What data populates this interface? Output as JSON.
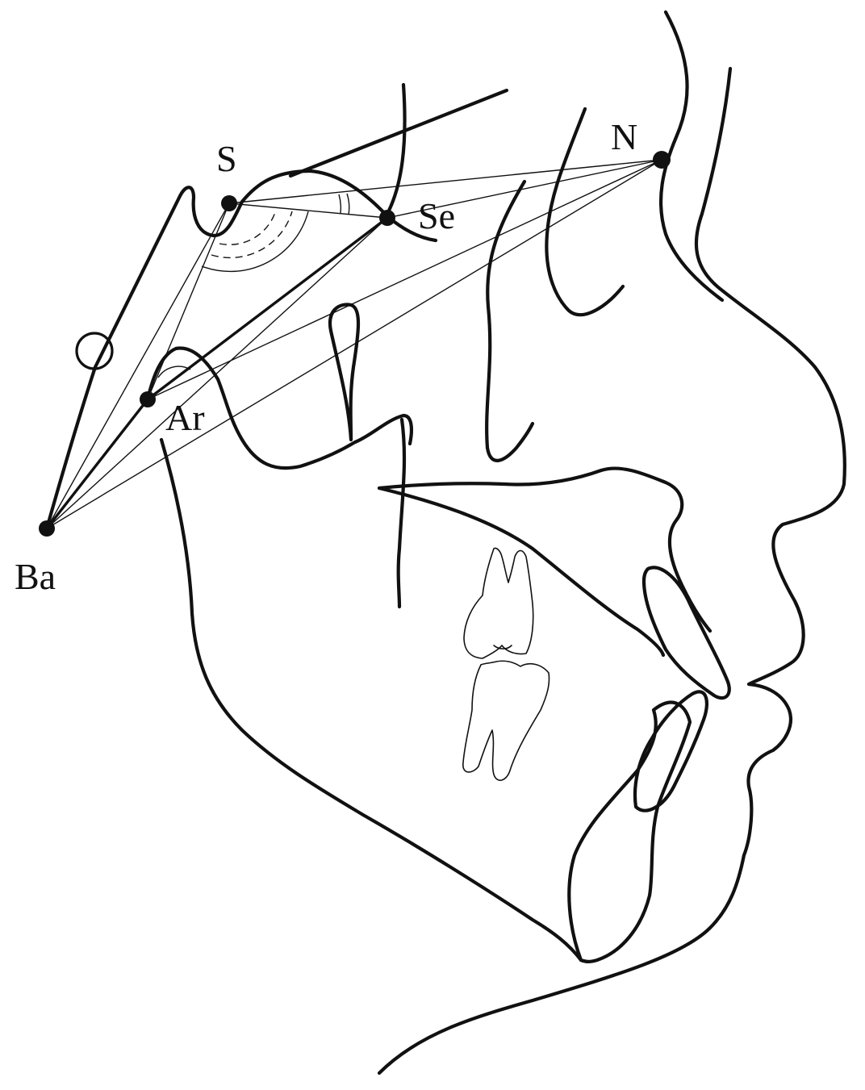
{
  "landmarks": {
    "S": {
      "label": "S"
    },
    "N": {
      "label": "N"
    },
    "Se": {
      "label": "Se"
    },
    "Ar": {
      "label": "Ar"
    },
    "Ba": {
      "label": "Ba"
    }
  },
  "colors": {
    "ink": "#111111",
    "background": "#ffffff"
  }
}
